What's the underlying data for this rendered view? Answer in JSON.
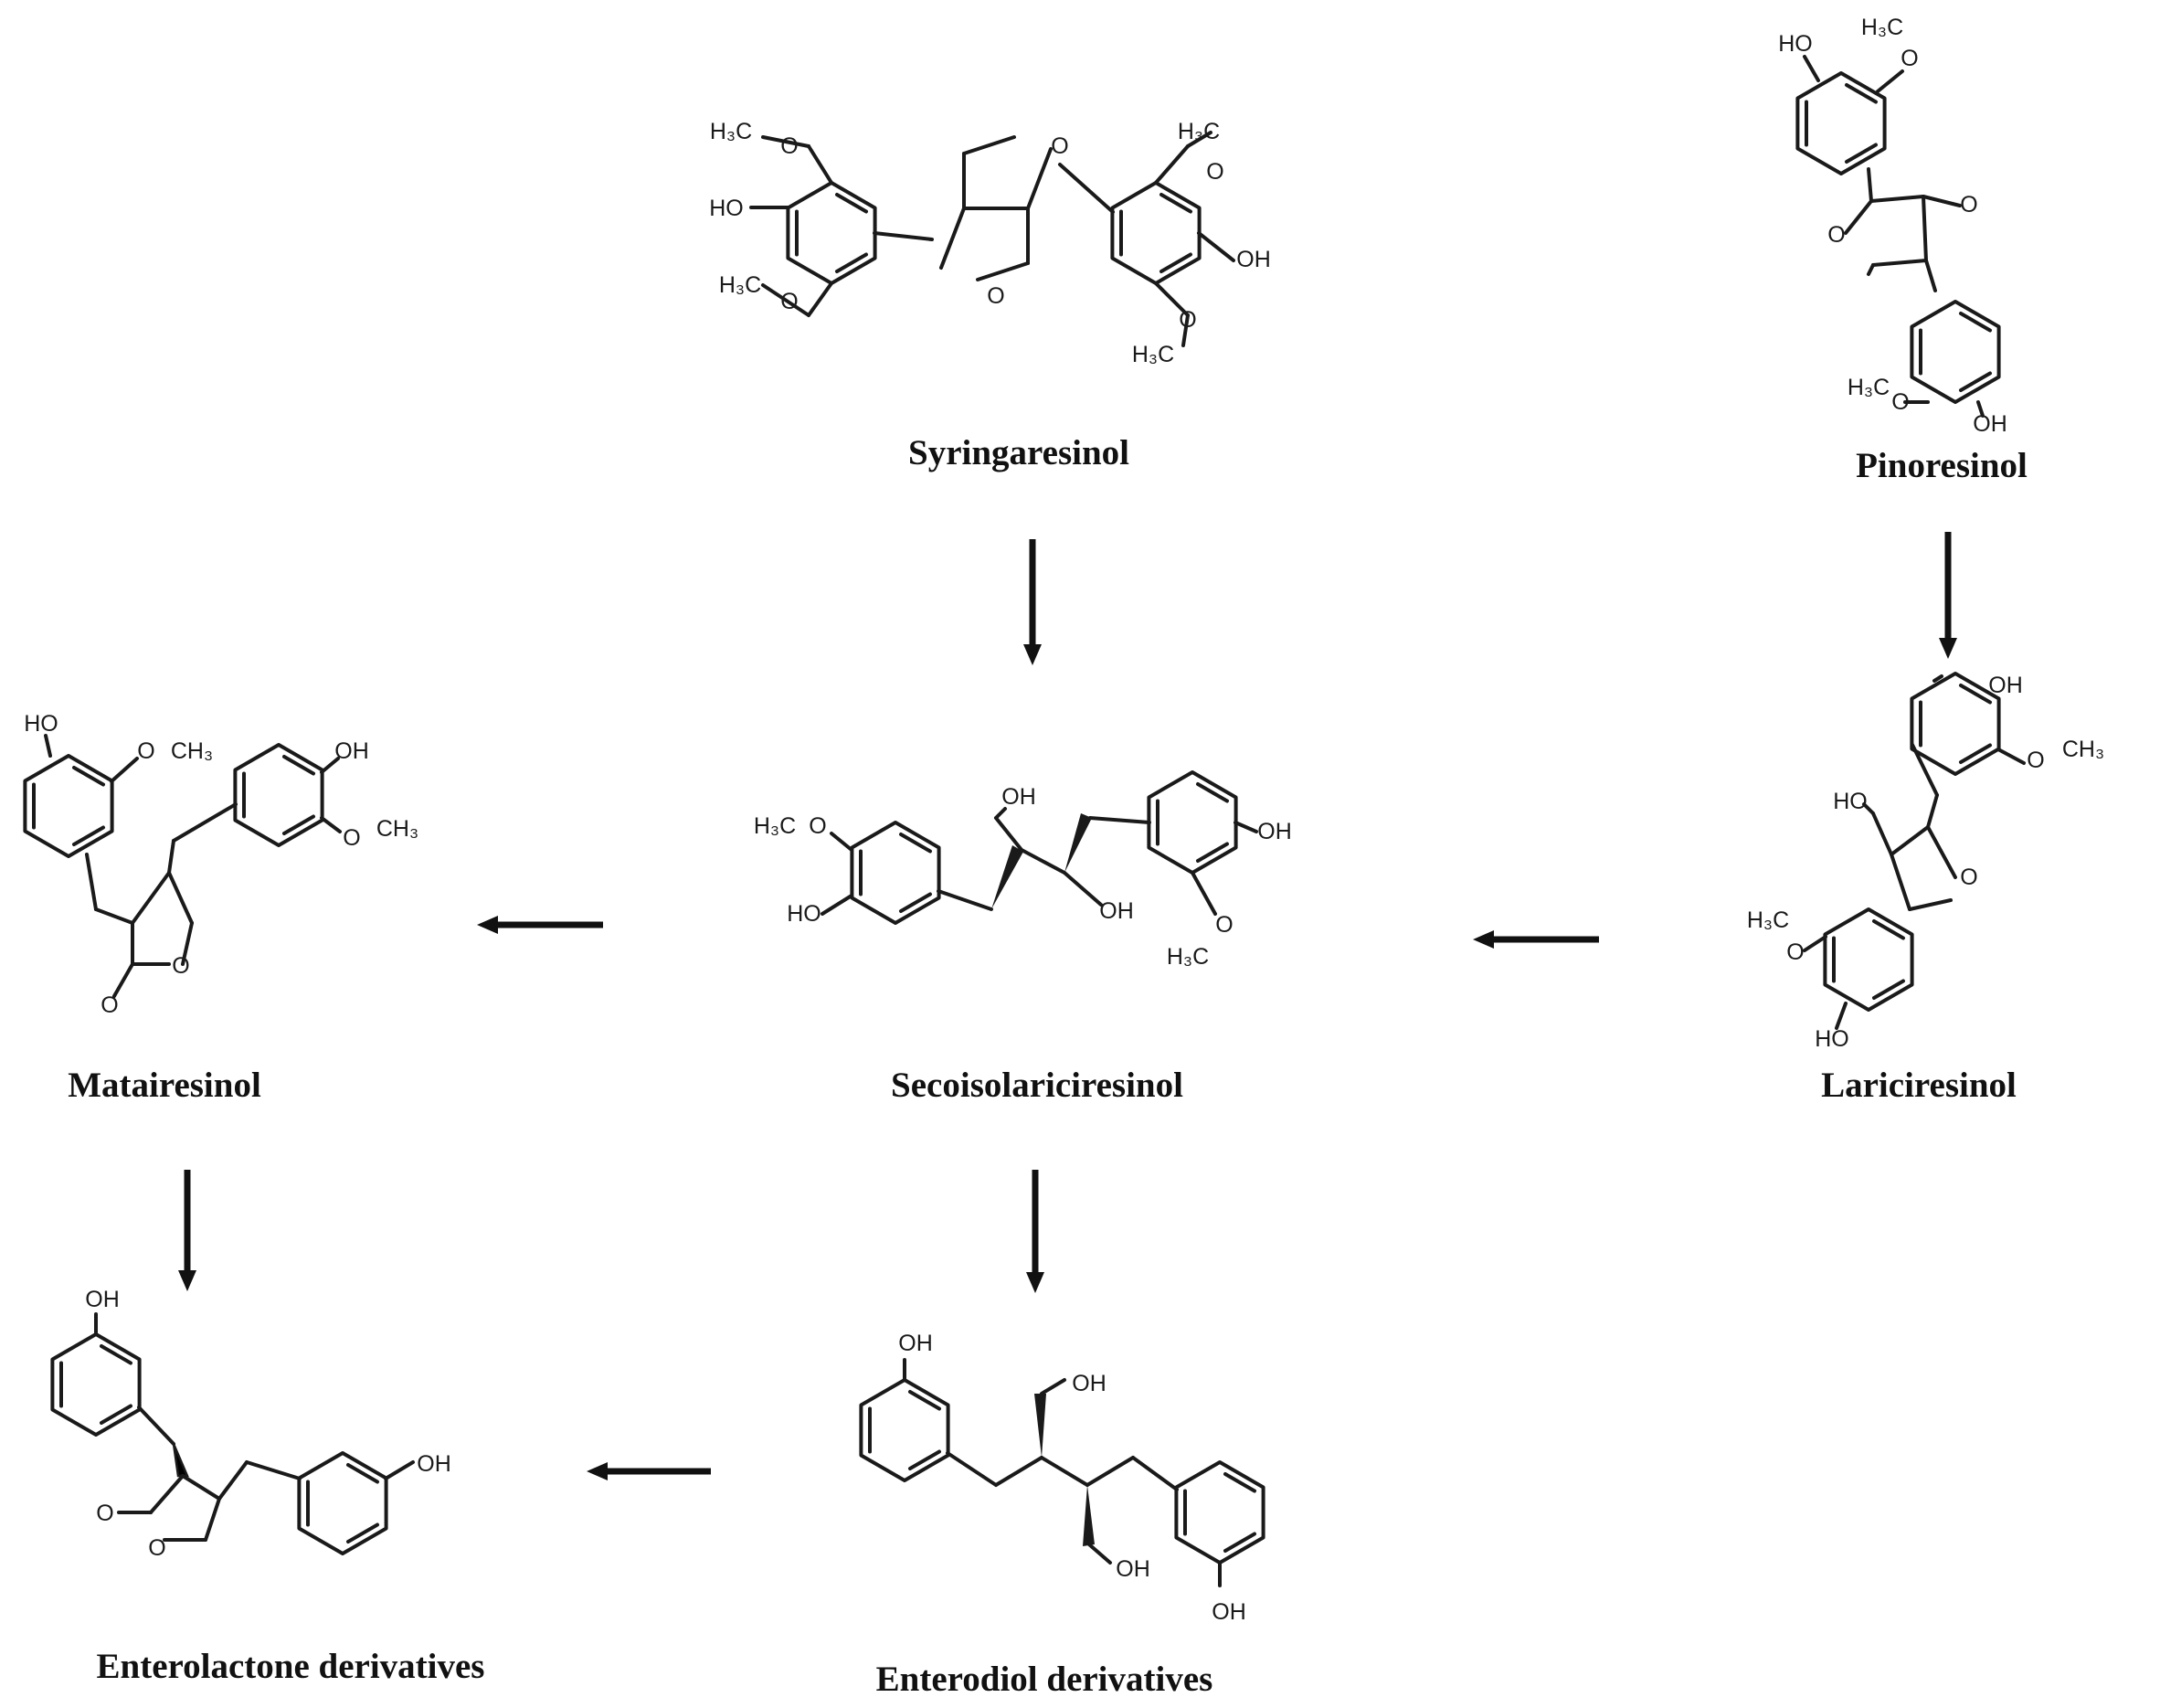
{
  "compounds": {
    "syringaresinol": "Syringaresinol",
    "pinoresinol": "Pinoresinol",
    "secoisolariciresinol": "Secoisolariciresinol",
    "matairesinol": "Matairesinol",
    "lariciresinol": "Lariciresinol",
    "enterolactone": "Enterolactone derivatives",
    "enterodiol": "Enterodiol derivatives"
  },
  "atoms": {
    "oh": "HO",
    "oh_right": "OH",
    "o": "O",
    "methyl": "CH₃",
    "methyl_left": "H₃C"
  }
}
